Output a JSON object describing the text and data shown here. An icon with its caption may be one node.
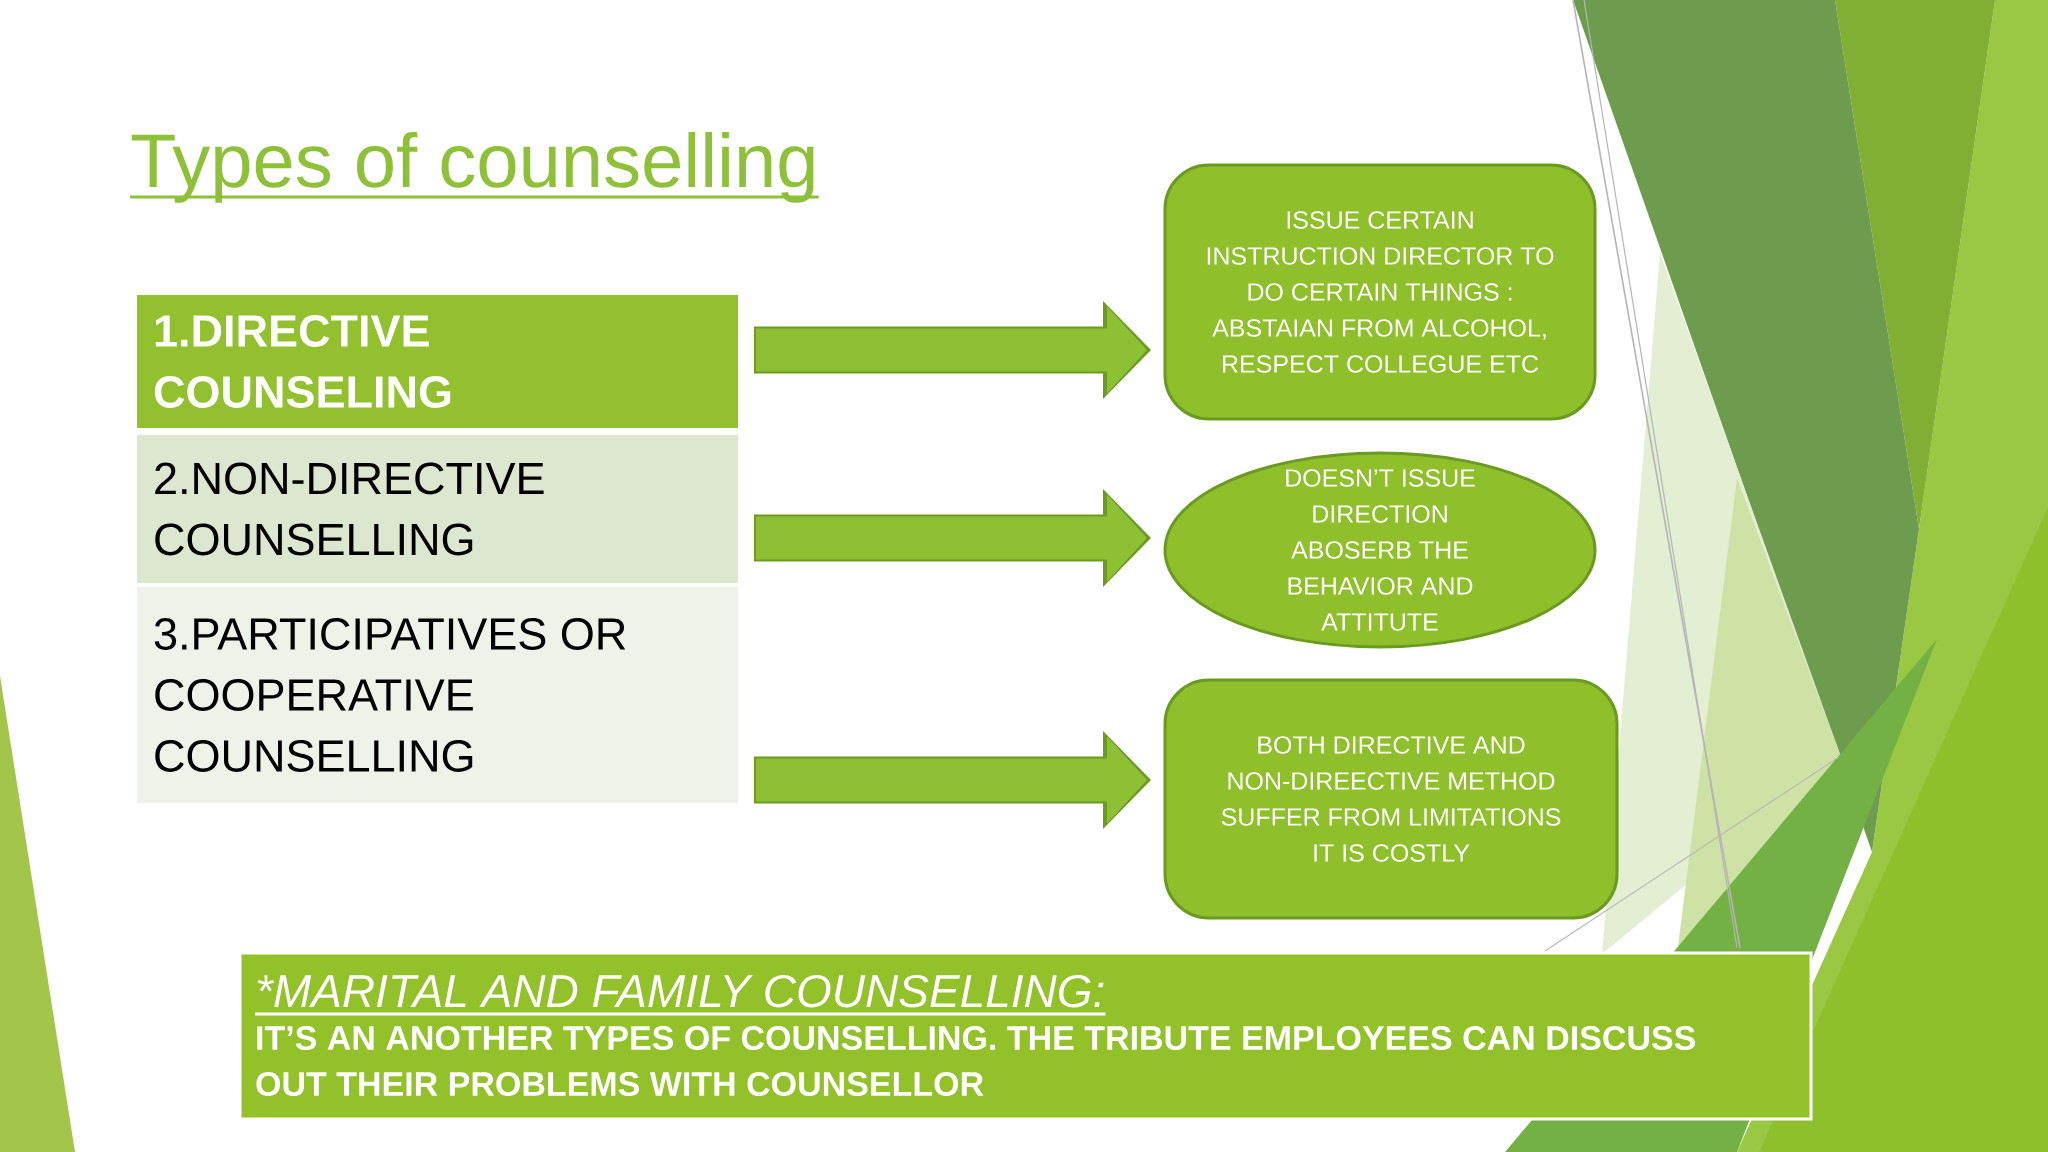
{
  "diagram": {
    "title": "Types of counselling",
    "nodes": [
      {
        "text": [
          "1.DIRECTIVE COUNSELING"
        ]
      },
      {
        "text": [
          "2.NON-DIRECTIVE COUNSELLING"
        ]
      },
      {
        "text": [
          "3.PARTICIPATIVES OR COOPERATIVE COUNSELLING"
        ]
      },
      {
        "text": [
          "ISSUE CERTAIN INSTRUCTION DIRECTOR TO DO CERTAIN THINGS : ABSTAIAN FROM ALCOHOL, RESPECT COLLEGUE ETC"
        ]
      },
      {
        "text": [
          "DOESN’T ISSUE DIRECTION ABOSERB THE BEHAVIOR AND ATTITUTE"
        ]
      },
      {
        "text": [
          "BOTH DIRECTIVE AND NON-DIREECTIVE METHOD SUFFER FROM LIMITATIONS IT IS COSTLY"
        ]
      },
      {
        "text": [
          "*MARITAL AND FAMILY COUNSELLING:",
          "IT’S AN ANOTHER TYPES OF COUNSELLING. THE TRIBUTE EMPLOYEES CAN DISCUSS OUT THEIR PROBLEMS WITH COUNSELLOR"
        ]
      }
    ],
    "edges": [
      {
        "from": 0,
        "to": 3,
        "arrow": "to"
      },
      {
        "from": 1,
        "to": 4,
        "arrow": "to"
      },
      {
        "from": 2,
        "to": 5,
        "arrow": "to"
      }
    ]
  }
}
